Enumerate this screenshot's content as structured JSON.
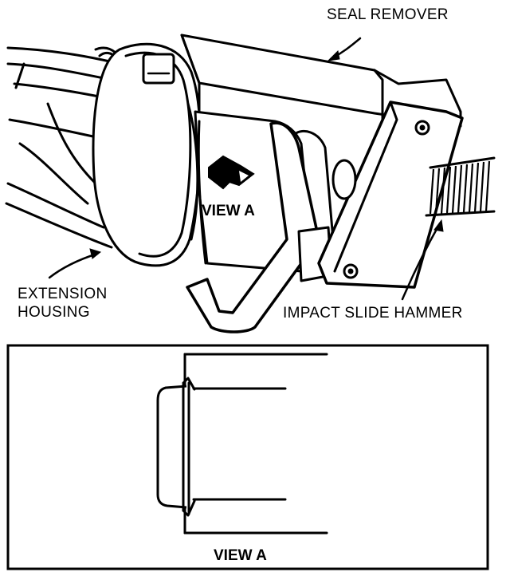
{
  "labels": {
    "seal_remover": "SEAL REMOVER",
    "extension_housing_line1": "EXTENSION",
    "extension_housing_line2": "HOUSING",
    "impact_slide_hammer": "IMPACT SLIDE HAMMER",
    "view_a_callout": "VIEW A",
    "view_a_caption": "VIEW A"
  },
  "colors": {
    "ink": "#000000",
    "paper": "#ffffff"
  }
}
